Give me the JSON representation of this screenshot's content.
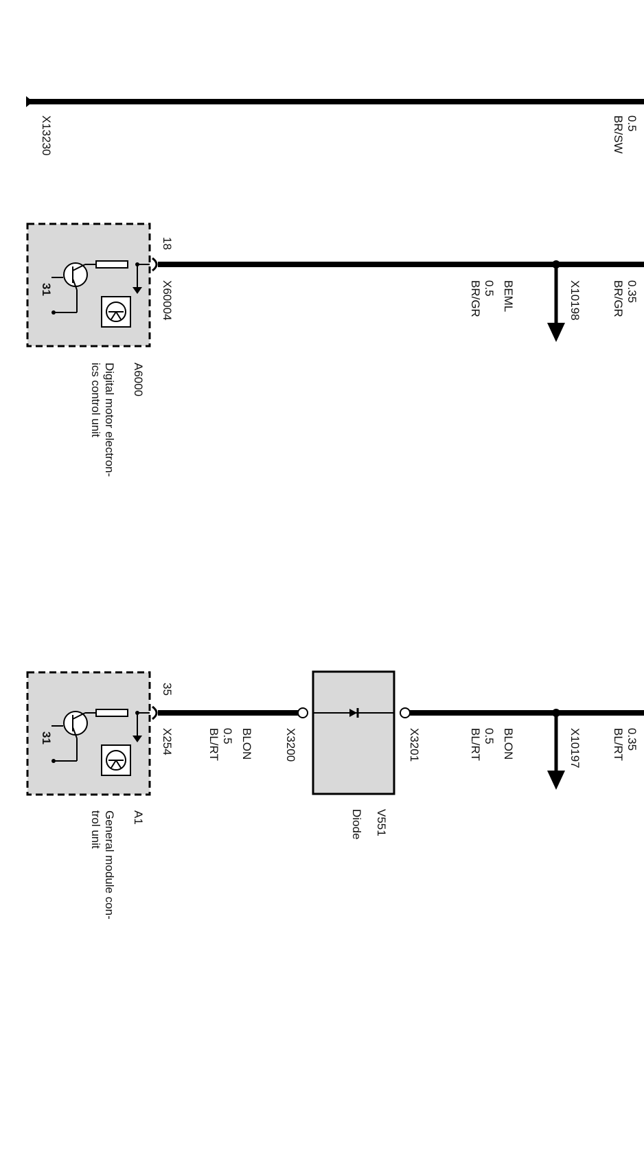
{
  "top_wire": {
    "ground_label": "X13230",
    "gauge": "0.5",
    "color": "BR/SW"
  },
  "circuit_dme": {
    "pin": "18",
    "connector": "X60004",
    "splice": "X10198",
    "splice_wire_gauge": "0.35",
    "splice_wire_color": "BR/GR",
    "signal_name": "BEML",
    "wire_gauge": "0.5",
    "wire_color": "BR/GR",
    "unit_id": "A6000",
    "unit_name_line1": "Digital motor electron-",
    "unit_name_line2": "ics control unit",
    "ground_pin": "31"
  },
  "circuit_gm": {
    "pin": "35",
    "connector": "X254",
    "wire_signal": "BLON",
    "wire_gauge": "0.5",
    "wire_color": "BL/RT",
    "diode_connector_left": "X3200",
    "diode_connector_right": "X3201",
    "diode_out_signal": "BLON",
    "diode_out_gauge": "0.5",
    "diode_out_color": "BL/RT",
    "diode_id": "V551",
    "diode_name": "Diode",
    "splice": "X10197",
    "splice_wire_gauge": "0.35",
    "splice_wire_color": "BL/RT",
    "unit_id": "A1",
    "unit_name_line1": "General module con-",
    "unit_name_line2": "trol unit",
    "ground_pin": "31"
  }
}
